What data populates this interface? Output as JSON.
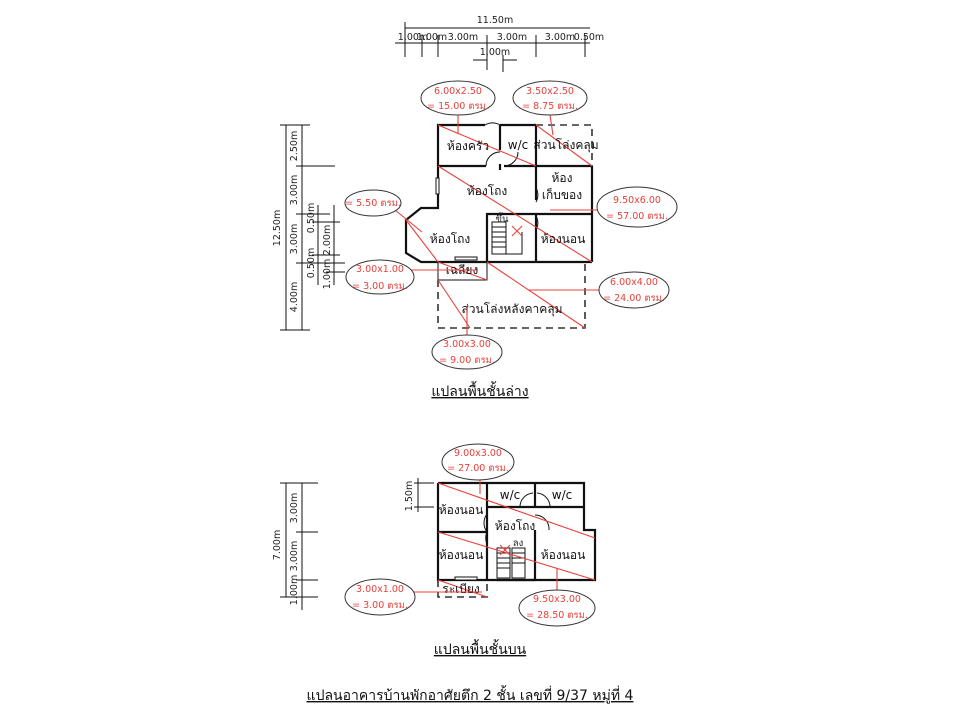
{
  "sheet_title": "แปลนอาคารบ้านพักอาศัยตึก 2 ชั้น เลขที่ 9/37 หมู่ที่ 4",
  "ground_floor": {
    "title": "แปลนพื้นชั้นล่าง",
    "top_dimensions": {
      "overall": "11.50m",
      "segments": [
        "1.00m",
        "1.00m",
        "3.00m",
        "3.00m",
        "3.00m",
        "0.50m"
      ],
      "sub_segment": "1.00m"
    },
    "side_dimensions": {
      "overall": "12.50m",
      "segments": [
        "2.50m",
        "3.00m",
        "3.00m",
        "4.00m"
      ],
      "inner_segments": [
        "0.50m",
        "2.00m",
        "0.50m",
        "1.00m"
      ]
    },
    "rooms": {
      "kitchen": "ห้องครัว",
      "wc": "w/c",
      "covered_open": "ส่วนโล่งคลุม",
      "hall_upper": "ห้องโถง",
      "storage_line1": "ห้อง",
      "storage_line2": "เก็บของ",
      "hall_lower": "ห้องโถง",
      "stair_up": "ขึ้น",
      "bedroom": "ห้องนอน",
      "veranda": "เฉลียง",
      "rear_covered": "ส่วนโล่งหลังคาคลุม"
    },
    "area_notes": [
      {
        "id": "kitchen",
        "line1": "6.00x2.50",
        "line2": "= 15.00 ตรม."
      },
      {
        "id": "covered",
        "line1": "3.50x2.50",
        "line2": "= 8.75 ตรม."
      },
      {
        "id": "bay",
        "line1": "",
        "line2": "= 5.50 ตรม."
      },
      {
        "id": "main",
        "line1": "9.50x6.00",
        "line2": "= 57.00 ตรม."
      },
      {
        "id": "veranda",
        "line1": "3.00x1.00",
        "line2": "= 3.00 ตรม."
      },
      {
        "id": "rear",
        "line1": "6.00x4.00",
        "line2": "= 24.00 ตรม."
      },
      {
        "id": "rear-left",
        "line1": "3.00x3.00",
        "line2": "= 9.00 ตรม."
      }
    ]
  },
  "upper_floor": {
    "title": "แปลนพื้นชั้นบน",
    "top_dimension": "1.50m",
    "side_dimensions": {
      "overall": "7.00m",
      "segments": [
        "3.00m",
        "3.00m",
        "1.00m"
      ]
    },
    "rooms": {
      "bedroom_tl": "ห้องนอน",
      "wc1": "w/c",
      "wc2": "w/c",
      "hall": "ห้องโถง",
      "stair_down": "ลง",
      "bedroom_bl": "ห้องนอน",
      "bedroom_r": "ห้องนอน",
      "veranda": "ระเบียง"
    },
    "area_notes": [
      {
        "id": "top",
        "line1": "9.00x3.00",
        "line2": "= 27.00 ตรม."
      },
      {
        "id": "veranda",
        "line1": "3.00x1.00",
        "line2": "= 3.00 ตรม."
      },
      {
        "id": "bottom",
        "line1": "9.50x3.00",
        "line2": "= 28.50 ตรม."
      }
    ]
  },
  "colors": {
    "annotation": "#e8403a",
    "wall": "#111111"
  }
}
